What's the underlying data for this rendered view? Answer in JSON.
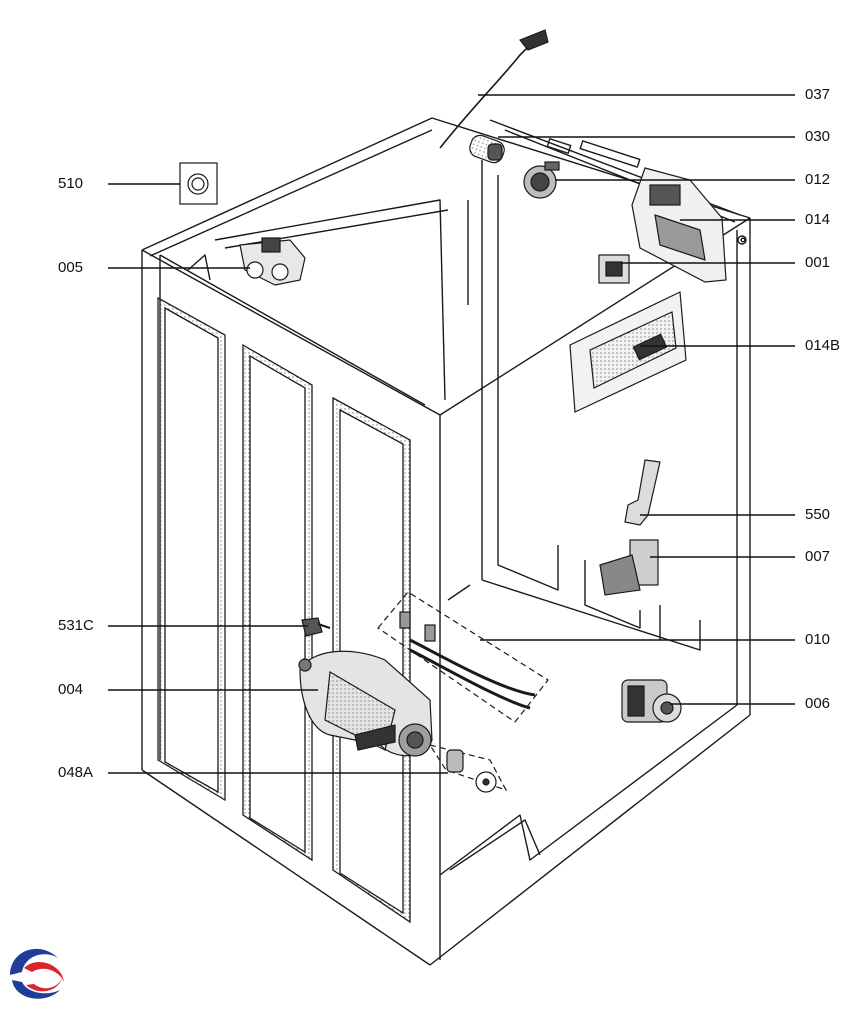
{
  "diagram": {
    "labels_right": [
      "037",
      "030",
      "012",
      "014",
      "001",
      "014B",
      "550",
      "007",
      "010",
      "006"
    ],
    "labels_left": [
      "510",
      "005",
      "531C",
      "004",
      "048A"
    ]
  },
  "colors": {
    "line": "#1a1a1a",
    "stipple": "#8a8a8a",
    "logo_blue": "#1f3e9a",
    "logo_red": "#d8262a"
  },
  "icons": {
    "logo": "brand-swirl-icon"
  }
}
